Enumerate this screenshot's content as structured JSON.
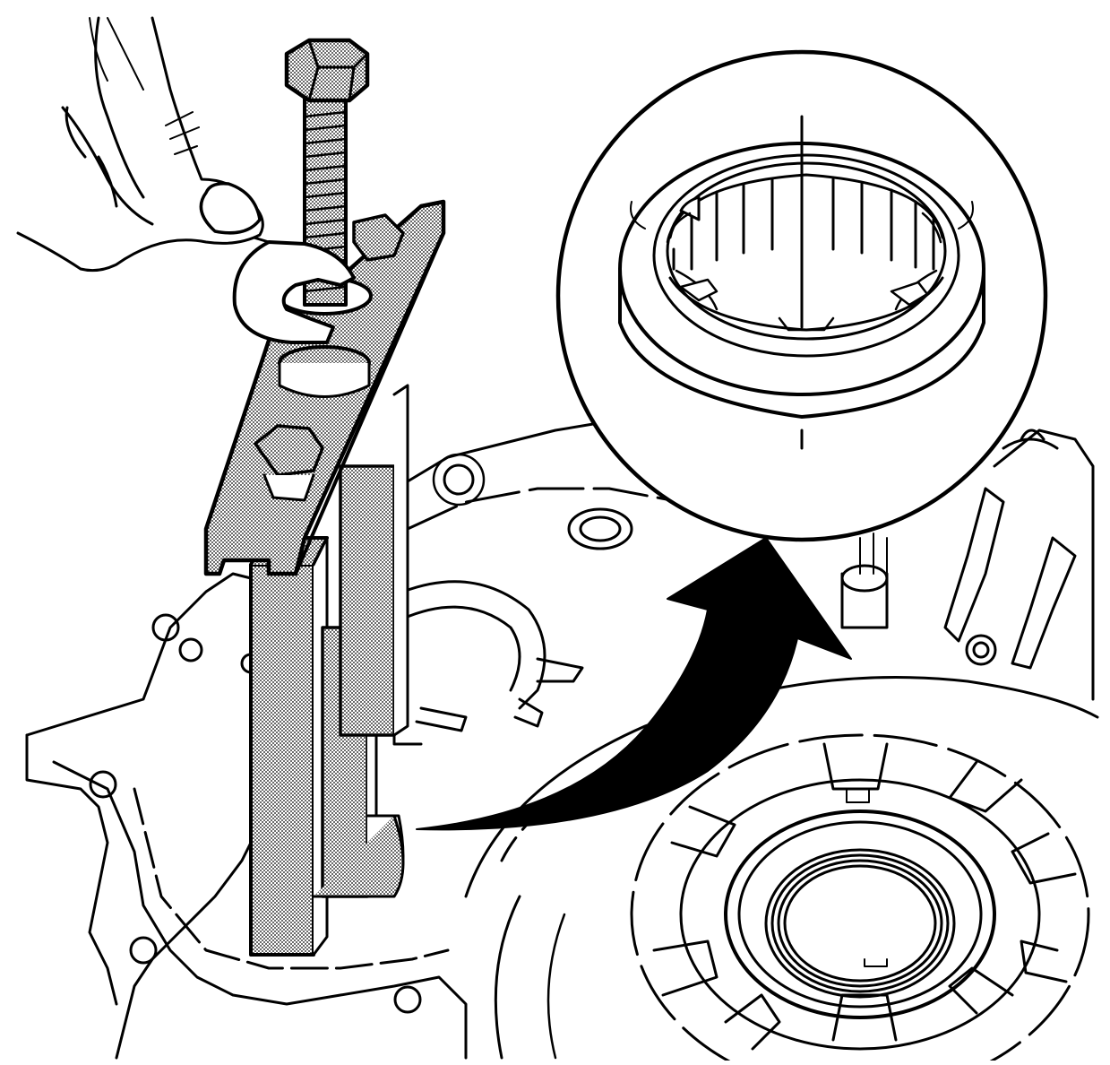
{
  "illustration": {
    "ink_color": "#000000",
    "paper_color": "#ffffff",
    "shade_color": "#9a9a9a",
    "components": [
      "hand-with-wrench",
      "puller-bolt",
      "puller-bracket",
      "puller-legs",
      "transmission-case",
      "bearing-bore",
      "detail-inset-bearing",
      "direction-arrow"
    ],
    "labels": []
  }
}
